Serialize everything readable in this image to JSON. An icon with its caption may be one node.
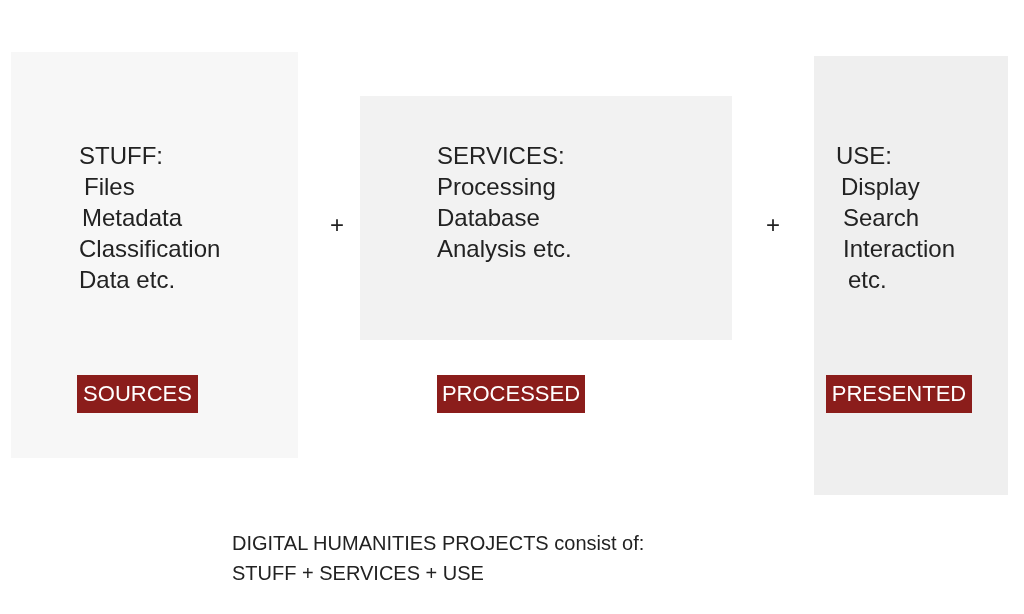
{
  "diagram": {
    "caption": "DIGITAL HUMANITIES PROJECTS consist of: STUFF + SERVICES + USE",
    "nodes": [
      {
        "text": [
          "STUFF:",
          "Files",
          "Metadata",
          "Classification",
          "Data etc."
        ]
      },
      {
        "text": [
          "SOURCES"
        ],
        "in": 0
      },
      {
        "text": [
          "SERVICES:",
          "Processing",
          "Database",
          "Analysis etc."
        ]
      },
      {
        "text": [
          "PROCESSED"
        ]
      },
      {
        "text": [
          "USE:",
          "Display",
          "Search",
          "Interaction",
          "etc."
        ]
      },
      {
        "text": [
          "PRESENTED"
        ],
        "in": 4
      }
    ],
    "labels": [
      "+",
      "+"
    ]
  }
}
